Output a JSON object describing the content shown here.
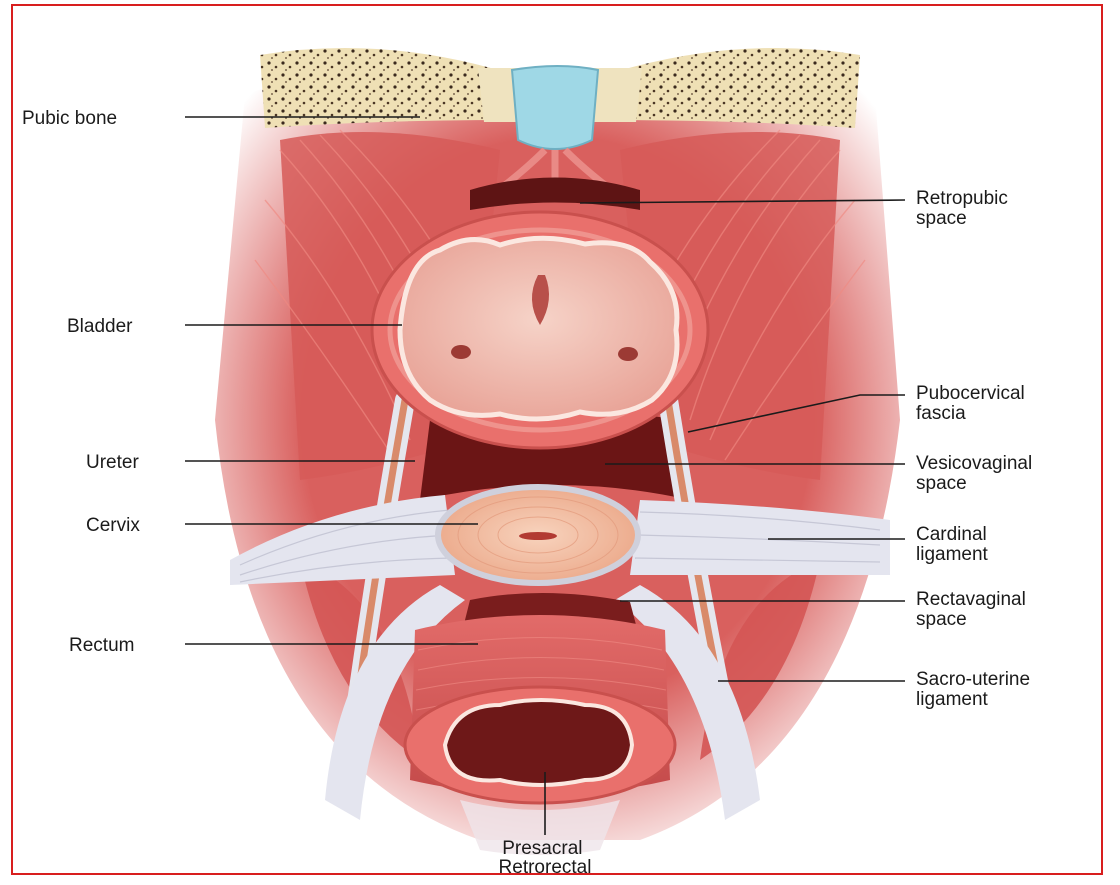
{
  "colors": {
    "frame": "#d81e1e",
    "muscle": "#d9605e",
    "muscle_dark": "#b9403f",
    "bone": "#efe0b5",
    "cartilage": "#9fd8e6",
    "ligament": "#e4e5ef",
    "cervix": "#f5c2a8",
    "text": "#1b1b1b"
  },
  "labels": {
    "pubic_bone": "Pubic bone",
    "retropubic_space": [
      "Retropubic",
      "space"
    ],
    "bladder": "Bladder",
    "pubocervical_fascia": [
      "Pubocervical",
      "fascia"
    ],
    "ureter": "Ureter",
    "vesicovaginal_space": [
      "Vesicovaginal",
      "space"
    ],
    "cervix": "Cervix",
    "cardinal_ligament": [
      "Cardinal",
      "ligament"
    ],
    "rectavaginal_space": [
      "Rectavaginal",
      "space"
    ],
    "rectum": "Rectum",
    "sacro_uterine_ligament": [
      "Sacro-uterine",
      "ligament"
    ],
    "presacral_retrorectal": [
      "Presacral",
      "Retrorectal"
    ]
  }
}
